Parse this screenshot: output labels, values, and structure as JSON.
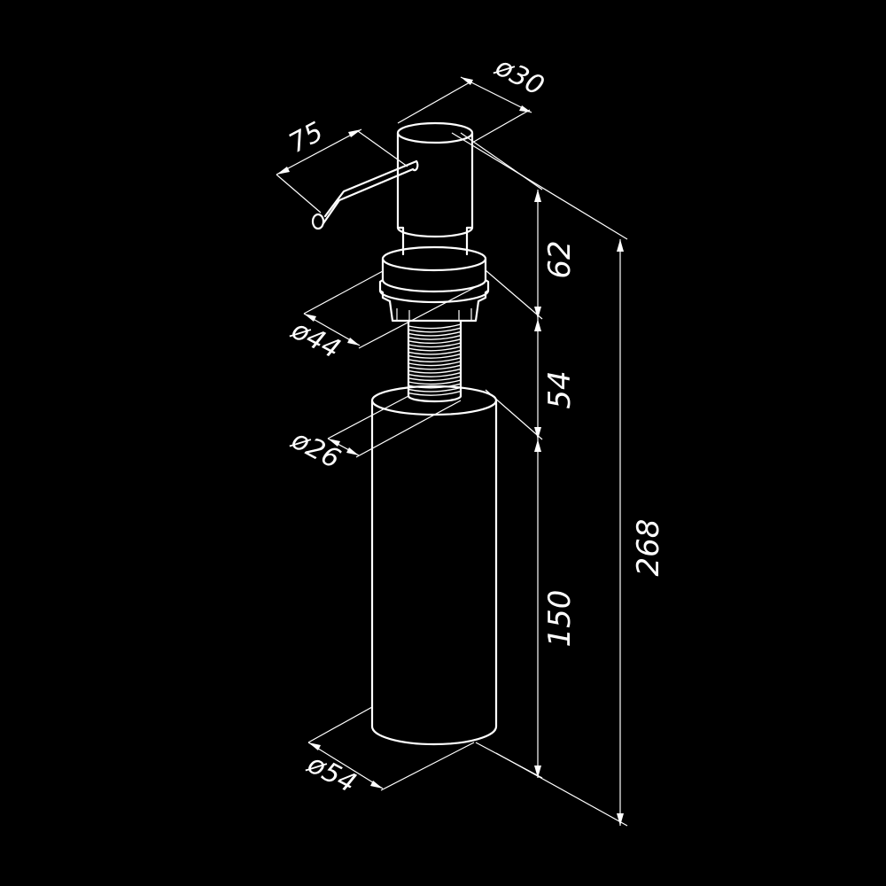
{
  "colors": {
    "background": "#000000",
    "lines": "#ffffff"
  },
  "dimensions": {
    "spout_length": "75",
    "pump_diameter": "ø30",
    "flange_diameter": "ø44",
    "thread_diameter": "ø26",
    "bottle_diameter": "ø54",
    "pump_height": "62",
    "thread_height": "54",
    "bottle_height": "150",
    "total_height": "268"
  }
}
